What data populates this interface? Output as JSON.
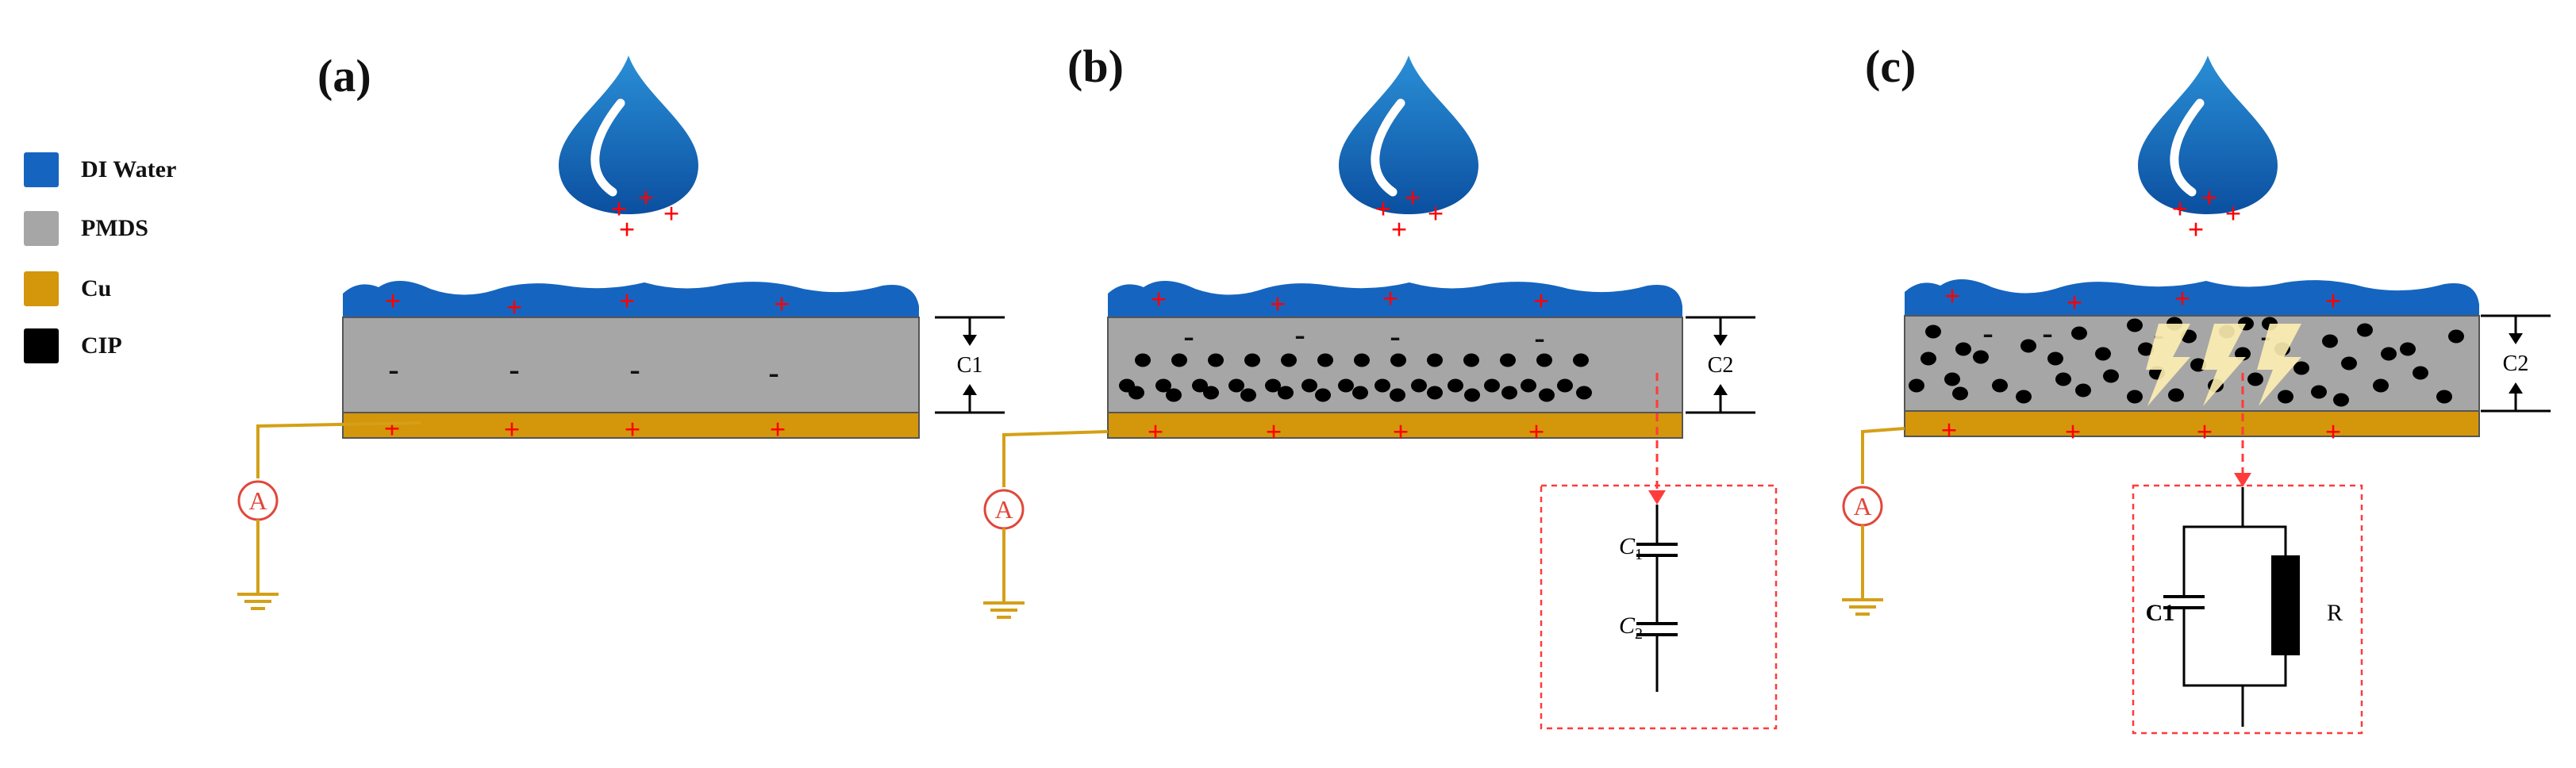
{
  "legend": {
    "items": [
      {
        "label": "DI Water",
        "color": "#1565c0"
      },
      {
        "label": "PMDS",
        "color": "#a6a6a6"
      },
      {
        "label": "Cu",
        "color": "#d4960b"
      },
      {
        "label": "CIP",
        "color": "#000000"
      }
    ]
  },
  "panels": [
    {
      "label": "(a)",
      "cap_label": "C1"
    },
    {
      "label": "(b)",
      "cap_label": "C2",
      "circuit": {
        "c1": "C1",
        "c2": "C2"
      }
    },
    {
      "label": "(c)",
      "cap_label": "C2",
      "circuit": {
        "c1": "C1",
        "r": "R"
      }
    }
  ],
  "symbols": {
    "ammeter": "A",
    "plus": "+",
    "minus": "-"
  },
  "colors": {
    "water": "#1565c0",
    "pdms": "#a6a6a6",
    "copper": "#d4960b",
    "wire": "#d4a017",
    "charge": "#ff0000",
    "ammeter": "#e0473a",
    "dashed_box": "#ff3b3b",
    "spark": "#fff0b3"
  }
}
